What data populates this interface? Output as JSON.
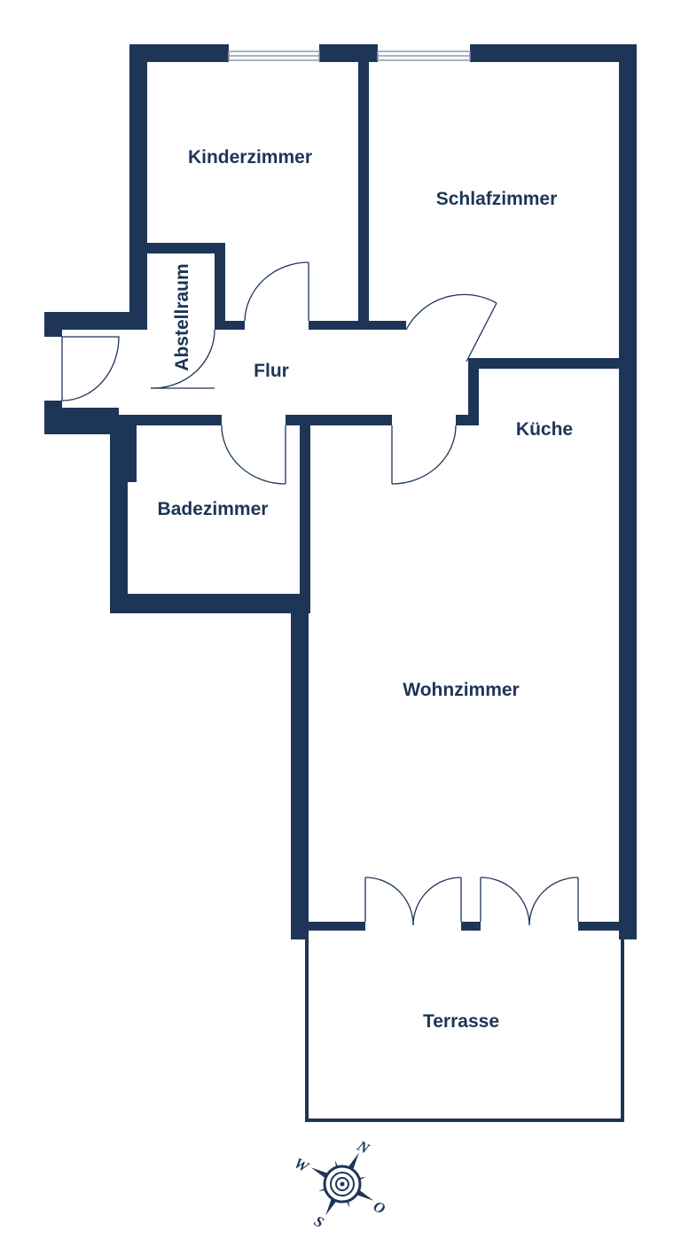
{
  "colors": {
    "wall": "#1d3557",
    "background": "#ffffff",
    "door_line": "#1d3557",
    "window": "#8a9bb0"
  },
  "rooms": {
    "kinderzimmer": "Kinderzimmer",
    "schlafzimmer": "Schlafzimmer",
    "abstellraum": "Abstellraum",
    "flur": "Flur",
    "kueche": "Küche",
    "badezimmer": "Badezimmer",
    "wohnzimmer": "Wohnzimmer",
    "terrasse": "Terrasse"
  },
  "compass": {
    "north": "N",
    "east": "O",
    "south": "S",
    "west": "W",
    "icon": "compass-rose-icon"
  }
}
